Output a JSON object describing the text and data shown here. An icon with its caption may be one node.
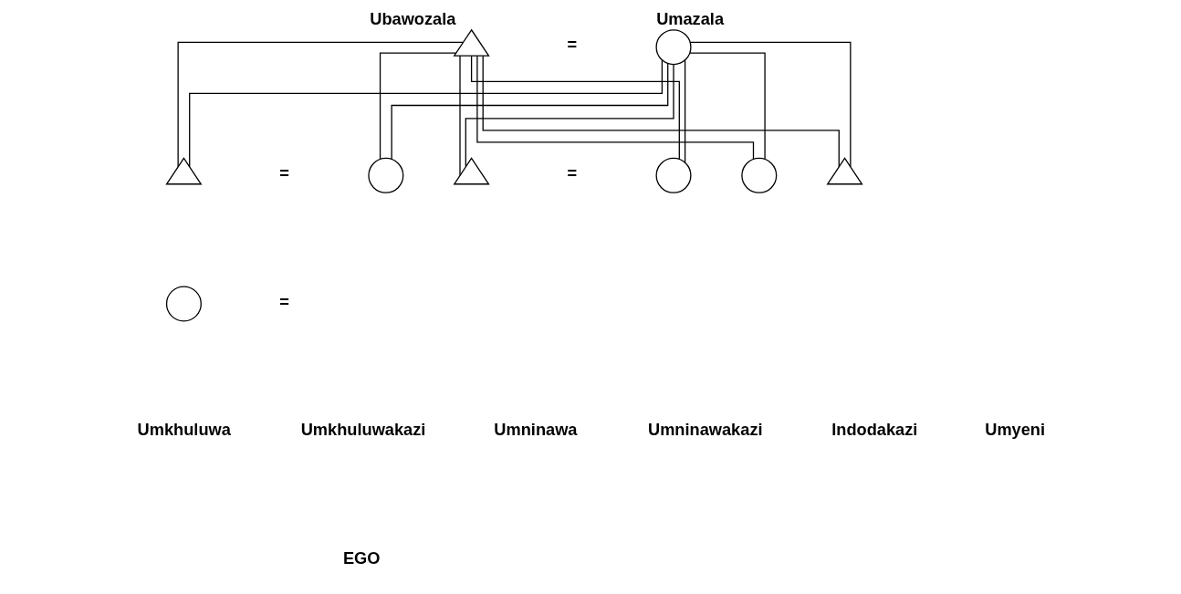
{
  "diagram": {
    "nodes": [
      {
        "text": [],
        "shape": "triangle",
        "beside": [
          "Ubawozala"
        ]
      },
      {
        "text": [],
        "shape": "circle",
        "beside": [
          "Umazala"
        ]
      },
      {
        "text": [],
        "shape": "triangle"
      },
      {
        "text": [],
        "shape": "circle"
      },
      {
        "text": [],
        "shape": "triangle"
      },
      {
        "text": [],
        "shape": "circle"
      },
      {
        "text": [],
        "shape": "circle"
      },
      {
        "text": [],
        "shape": "triangle"
      },
      {
        "text": [],
        "shape": "circle"
      }
    ],
    "edges": [
      {
        "from": 0,
        "to": 2,
        "arrow": "none"
      },
      {
        "from": 0,
        "to": 3,
        "arrow": "none"
      },
      {
        "from": 0,
        "to": 4,
        "arrow": "none"
      },
      {
        "from": 0,
        "to": 5,
        "arrow": "none"
      },
      {
        "from": 0,
        "to": 6,
        "arrow": "none"
      },
      {
        "from": 0,
        "to": 7,
        "arrow": "none"
      },
      {
        "from": 1,
        "to": 2,
        "arrow": "none"
      },
      {
        "from": 1,
        "to": 3,
        "arrow": "none"
      },
      {
        "from": 1,
        "to": 4,
        "arrow": "none"
      },
      {
        "from": 1,
        "to": 5,
        "arrow": "none"
      },
      {
        "from": 1,
        "to": 6,
        "arrow": "none"
      },
      {
        "from": 1,
        "to": 7,
        "arrow": "none"
      }
    ],
    "labels": [
      "=",
      "=",
      "=",
      "=",
      "Umkhuluwa",
      "Umkhuluwakazi",
      "Umninawa",
      "Umninawakazi",
      "Indodakazi",
      "Umyeni",
      "EGO"
    ]
  }
}
